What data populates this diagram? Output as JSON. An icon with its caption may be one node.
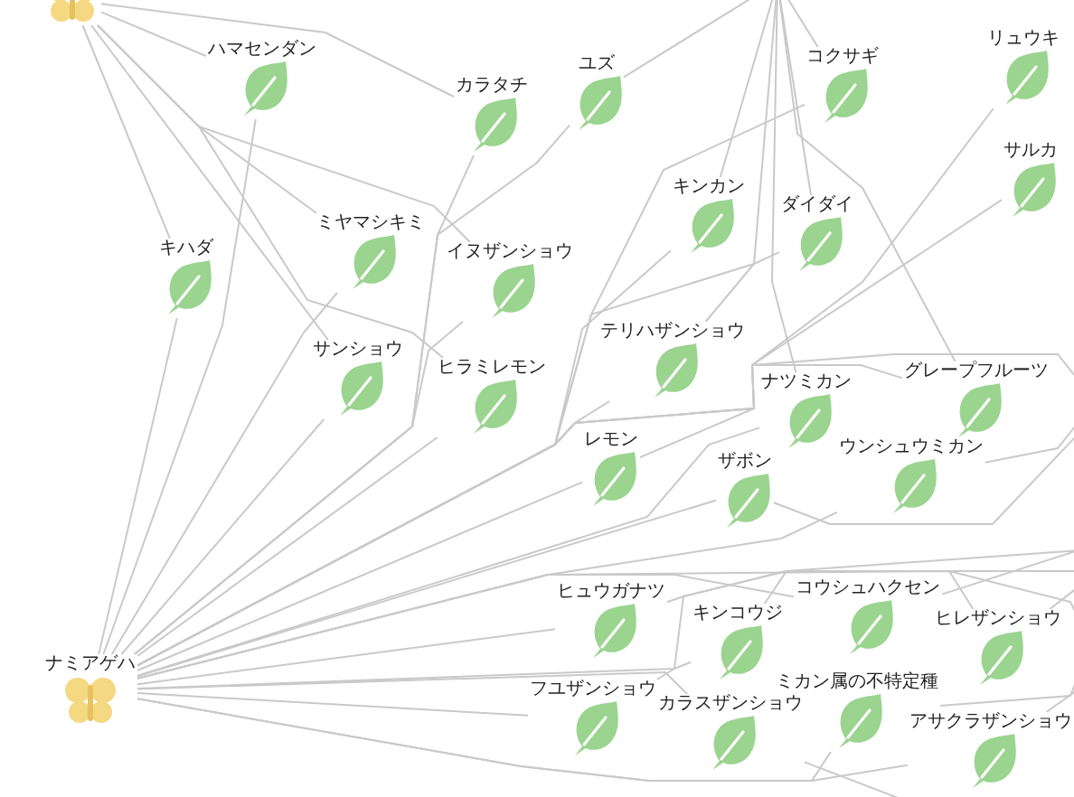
{
  "diagram": {
    "nodes": [
      {
        "text": [
          "ハマセンダン"
        ]
      },
      {
        "text": [
          "カラタチ"
        ]
      },
      {
        "text": [
          "ユズ"
        ]
      },
      {
        "text": [
          "コクサギ"
        ]
      },
      {
        "text": [
          "リュウキ"
        ]
      },
      {
        "text": [
          "サルカ"
        ]
      },
      {
        "text": [
          "キハダ"
        ]
      },
      {
        "text": [
          "ミヤマシキミ"
        ]
      },
      {
        "text": [
          "イヌザンショウ"
        ]
      },
      {
        "text": [
          "キンカン"
        ]
      },
      {
        "text": [
          "ダイダイ"
        ]
      },
      {
        "text": [
          "サンショウ"
        ]
      },
      {
        "text": [
          "ヒラミレモン"
        ]
      },
      {
        "text": [
          "テリハザンショウ"
        ]
      },
      {
        "text": [
          "ナツミカン"
        ]
      },
      {
        "text": [
          "グレープフルーツ"
        ]
      },
      {
        "text": [
          "レモン"
        ]
      },
      {
        "text": [
          "ザボン"
        ]
      },
      {
        "text": [
          "ウンシュウミカン"
        ]
      },
      {
        "text": [
          "ヒュウガナツ"
        ]
      },
      {
        "text": [
          "キンコウジ"
        ]
      },
      {
        "text": [
          "コウシュハクセン"
        ]
      },
      {
        "text": [
          "ヒレザンショウ"
        ]
      },
      {
        "text": [
          "フユザンショウ"
        ]
      },
      {
        "text": [
          "カラスザンショウ"
        ]
      },
      {
        "text": [
          "ミカン属の不特定種"
        ]
      },
      {
        "text": [
          "アサクラザンショウ"
        ]
      },
      {
        "text": [
          "ナミアゲハ"
        ]
      },
      {
        "text": [],
        "shape": "picture"
      }
    ],
    "edges": [
      {
        "from": 27,
        "to": 0,
        "arrow": "none"
      },
      {
        "from": 27,
        "to": 1,
        "arrow": "none"
      },
      {
        "from": 27,
        "to": 2,
        "arrow": "none"
      },
      {
        "from": 27,
        "to": 3,
        "arrow": "none"
      },
      {
        "from": 27,
        "to": 4,
        "arrow": "none"
      },
      {
        "from": 27,
        "to": 5,
        "arrow": "none"
      },
      {
        "from": 27,
        "to": 6,
        "arrow": "none"
      },
      {
        "from": 27,
        "to": 7,
        "arrow": "none"
      },
      {
        "from": 27,
        "to": 8,
        "arrow": "none"
      },
      {
        "from": 27,
        "to": 9,
        "arrow": "none"
      },
      {
        "from": 27,
        "to": 10,
        "arrow": "none"
      },
      {
        "from": 27,
        "to": 11,
        "arrow": "none"
      },
      {
        "from": 27,
        "to": 12,
        "arrow": "none"
      },
      {
        "from": 27,
        "to": 13,
        "arrow": "none"
      },
      {
        "from": 27,
        "to": 14,
        "arrow": "none"
      },
      {
        "from": 27,
        "to": 15,
        "arrow": "none"
      },
      {
        "from": 27,
        "to": 16,
        "arrow": "none"
      },
      {
        "from": 27,
        "to": 17,
        "arrow": "none"
      },
      {
        "from": 27,
        "to": 18,
        "arrow": "none"
      },
      {
        "from": 27,
        "to": 19,
        "arrow": "none"
      },
      {
        "from": 27,
        "to": 20,
        "arrow": "none"
      },
      {
        "from": 27,
        "to": 21,
        "arrow": "none"
      },
      {
        "from": 27,
        "to": 22,
        "arrow": "none"
      },
      {
        "from": 27,
        "to": 23,
        "arrow": "none"
      },
      {
        "from": 27,
        "to": 24,
        "arrow": "none"
      },
      {
        "from": 27,
        "to": 25,
        "arrow": "none"
      },
      {
        "from": 27,
        "to": 26,
        "arrow": "none"
      },
      {
        "from": 28,
        "to": 0,
        "arrow": "none"
      },
      {
        "from": 28,
        "to": 6,
        "arrow": "none"
      },
      {
        "from": 28,
        "to": 7,
        "arrow": "none"
      },
      {
        "from": 28,
        "to": 11,
        "arrow": "none"
      },
      {
        "from": 28,
        "to": 1,
        "arrow": "none"
      },
      {
        "from": 28,
        "to": 12,
        "arrow": "none"
      },
      {
        "from": 28,
        "to": 8,
        "arrow": "none"
      },
      {
        "from": null,
        "to": 2,
        "arrow": "none"
      },
      {
        "from": null,
        "to": 9,
        "arrow": "none"
      },
      {
        "from": null,
        "to": 10,
        "arrow": "none"
      },
      {
        "from": null,
        "to": 13,
        "arrow": "none"
      },
      {
        "from": null,
        "to": 14,
        "arrow": "none"
      },
      {
        "from": null,
        "to": 3,
        "arrow": "none"
      },
      {
        "from": null,
        "to": 16,
        "arrow": "none"
      },
      {
        "from": null,
        "to": 17,
        "arrow": "none"
      },
      {
        "from": null,
        "to": 15,
        "arrow": "none"
      },
      {
        "from": null,
        "to": 18,
        "arrow": "none"
      },
      {
        "from": null,
        "to": 19,
        "arrow": "none"
      },
      {
        "from": null,
        "to": 20,
        "arrow": "none"
      },
      {
        "from": null,
        "to": 21,
        "arrow": "none"
      },
      {
        "from": null,
        "to": 22,
        "arrow": "none"
      },
      {
        "from": null,
        "to": 23,
        "arrow": "none"
      },
      {
        "from": null,
        "to": 24,
        "arrow": "none"
      },
      {
        "from": null,
        "to": 25,
        "arrow": "none"
      },
      {
        "from": null,
        "to": 26,
        "arrow": "none"
      }
    ]
  }
}
